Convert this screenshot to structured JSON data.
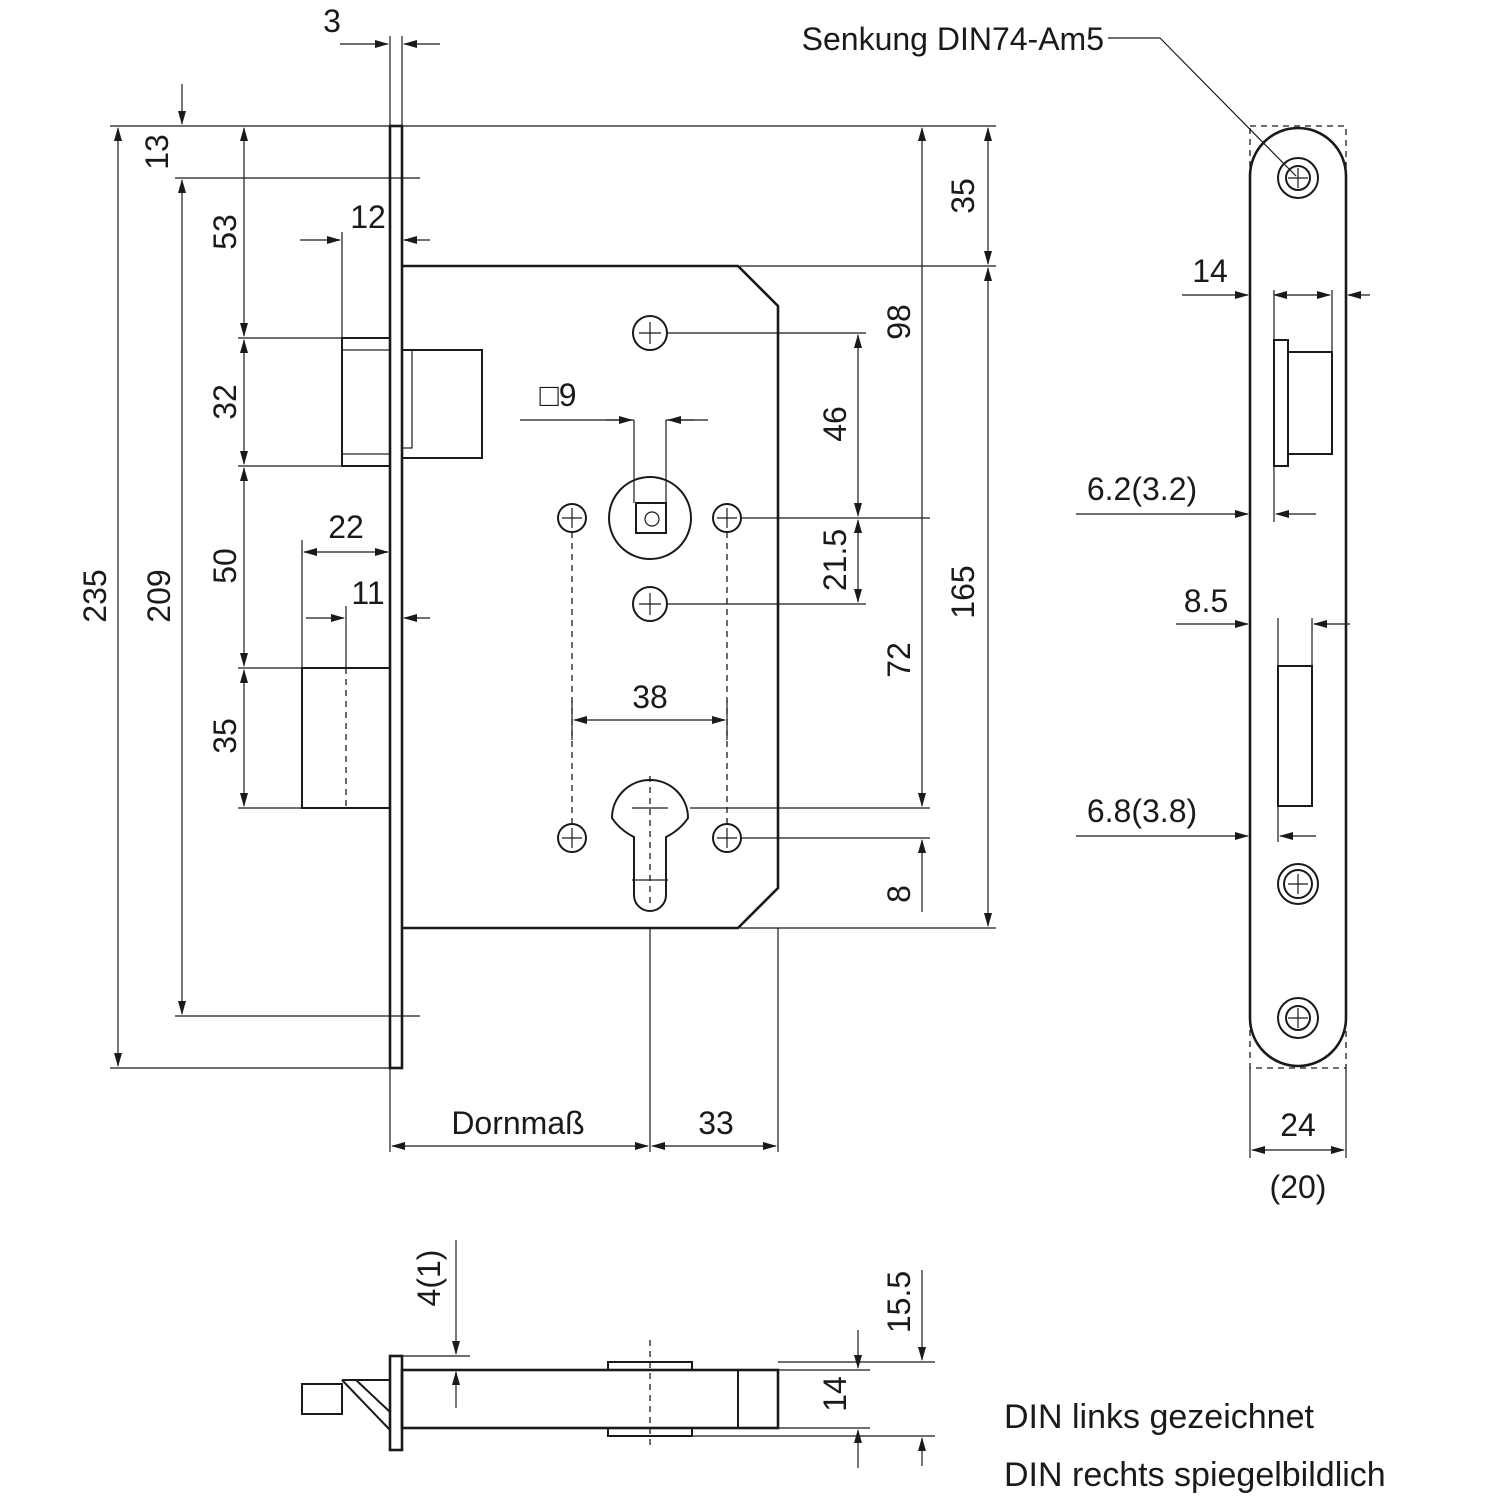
{
  "front_view": {
    "dimensions": {
      "faceplate_thickness": "3",
      "top_offset": "13",
      "upper_span": "53",
      "latch_height": "32",
      "latch_gap": "50",
      "bolt_height": "35",
      "overall_length": "235",
      "fixing_pitch": "209",
      "latch_projection": "12",
      "bolt_projection": "22",
      "bolt_inset": "11",
      "top_to_case": "35",
      "case_to_follower": "98",
      "hole_pitch": "46",
      "follower_offset": "21.5",
      "follower_to_cylinder": "72",
      "case_height": "165",
      "cylinder_to_bottom": "8",
      "hole_spacing": "38",
      "follower_square": "□9",
      "backset": "Dornmaß",
      "cylinder_to_back": "33"
    }
  },
  "side_view": {
    "countersink_note": "Senkung DIN74-Am5",
    "dimensions": {
      "latch_slot_width": "14",
      "latch_offset": "6.2(3.2)",
      "bolt_slot_width": "8.5",
      "bolt_offset": "6.8(3.8)",
      "faceplate_width": "24",
      "faceplate_width_alt": "(20)"
    }
  },
  "bottom_view": {
    "dimensions": {
      "latch_stroke": "4(1)",
      "overall_depth": "15.5",
      "case_depth": "14"
    }
  },
  "notes": {
    "line1": "DIN links gezeichnet",
    "line2": "DIN rechts spiegelbildlich"
  }
}
